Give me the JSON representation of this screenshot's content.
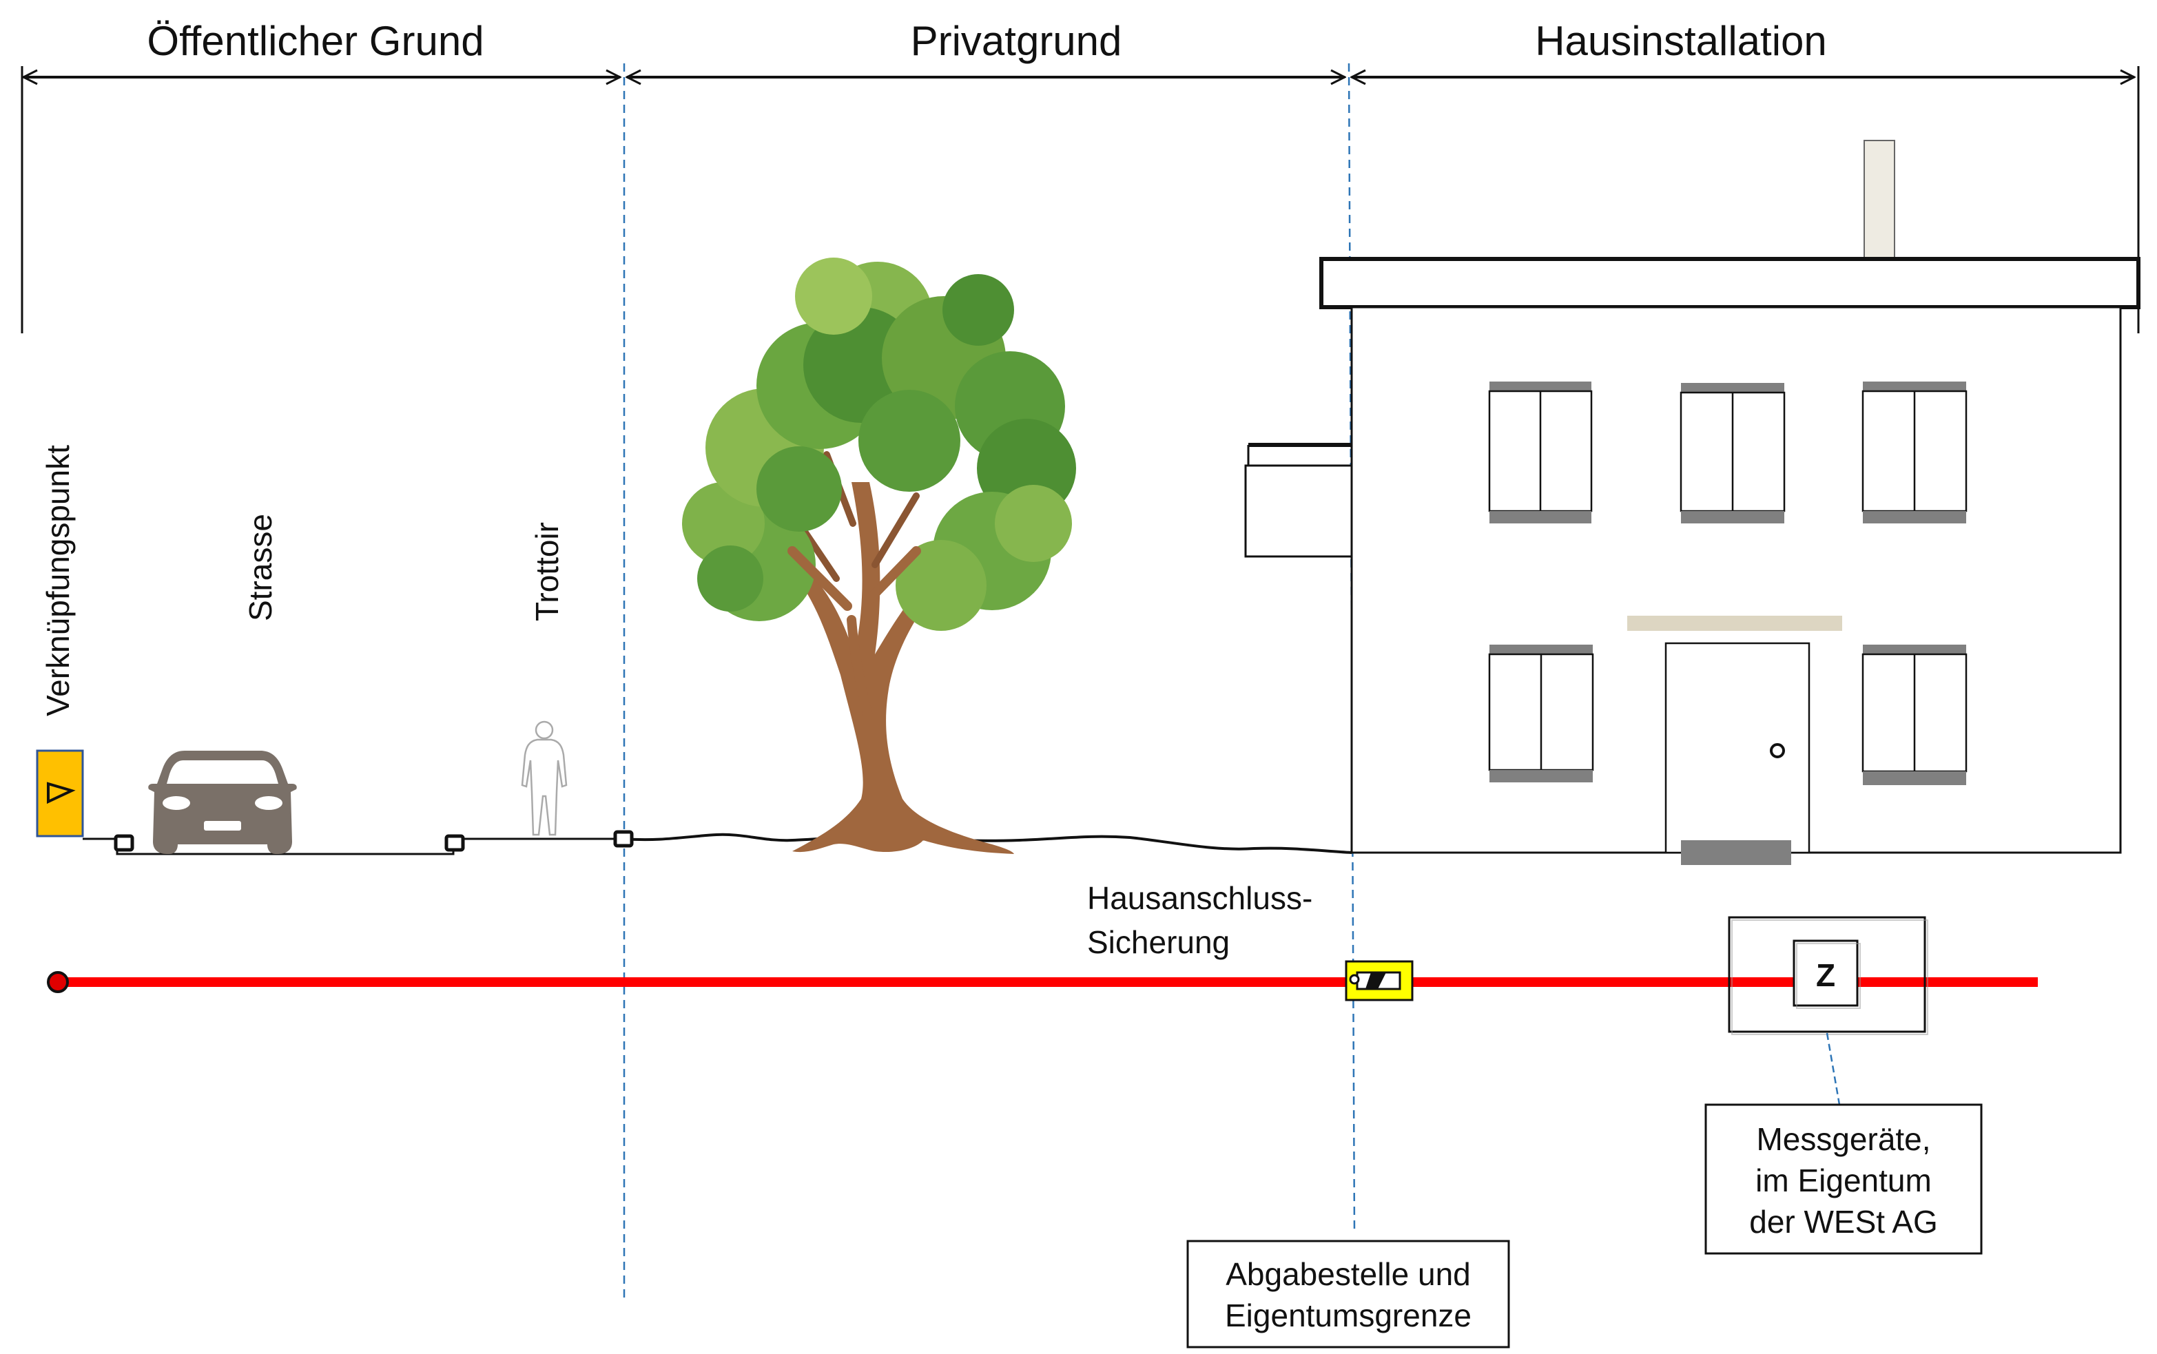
{
  "zones": {
    "public": "Öffentlicher Grund",
    "private": "Privatgrund",
    "house": "Hausinstallation"
  },
  "vertical_labels": {
    "junction": "Verknüpfungspunkt",
    "street": "Strasse",
    "sidewalk": "Trottoir"
  },
  "fuse_label": {
    "line1": "Hausanschluss-",
    "line2": "Sicherung"
  },
  "delivery_box": {
    "line1": "Abgabestelle und",
    "line2": "Eigentumsgrenze"
  },
  "meter_box": {
    "line1": "Messgeräte,",
    "line2": "im Eigentum",
    "line3": "der WESt AG"
  },
  "meter_symbol": "Z",
  "colors": {
    "cable": "#ff0000",
    "cabinet": "#ffc000",
    "fuse": "#ffff00",
    "car": "#7a7068",
    "divider": "#2e75b6",
    "foliage": "#5a9a3a",
    "trunk": "#a0673e",
    "window_sill": "#808080",
    "door_frame": "#ddd6c2"
  },
  "icons": {
    "car": "car-icon",
    "person": "person-icon",
    "tree": "tree-icon",
    "house": "house-icon",
    "cabinet": "cabinet-icon",
    "fuse": "fuse-icon",
    "meter": "meter-icon"
  }
}
